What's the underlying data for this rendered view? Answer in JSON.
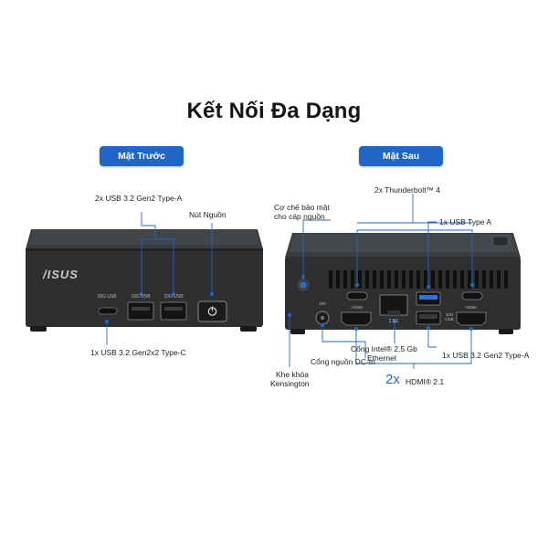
{
  "title": "Kết Nối Đa Dạng",
  "front": {
    "badge": "Mặt Trước",
    "brand_logo": "/ISUS",
    "callouts": {
      "usb_a": "2x USB 3.2 Gen2 Type-A",
      "power": "Nút Nguồn",
      "usb_c": "1x USB 3.2 Gen2x2 Type-C"
    },
    "port_labels": [
      "20G USB",
      "10G USB",
      "10G USB"
    ]
  },
  "rear": {
    "badge": "Mặt Sau",
    "callouts": {
      "security": "Cơ chế bảo mật cho cáp nguồn",
      "thunderbolt": "2x Thunderbolt™ 4",
      "usb_type_a": "1x USB Type A",
      "ethernet_l1": "Cổng Intel® 2.5 Gb",
      "ethernet_l2": "Ethernet",
      "dc_in": "Cổng nguồn DC-In",
      "usb_gen2": "1x USB 3.2 Gen2 Type-A",
      "hdmi_count": "2x",
      "hdmi_label": "HDMI® 2.1",
      "kensington_l1": "Khe khóa",
      "kensington_l2": "Kensington"
    },
    "port_labels": {
      "hdmi": "HDMI",
      "lan": "2.5G",
      "usb": "10G USB",
      "dc": "19V"
    }
  },
  "colors": {
    "accent": "#1f66c7",
    "device_body": "#2e3032",
    "device_top": "#3a3c3f"
  }
}
